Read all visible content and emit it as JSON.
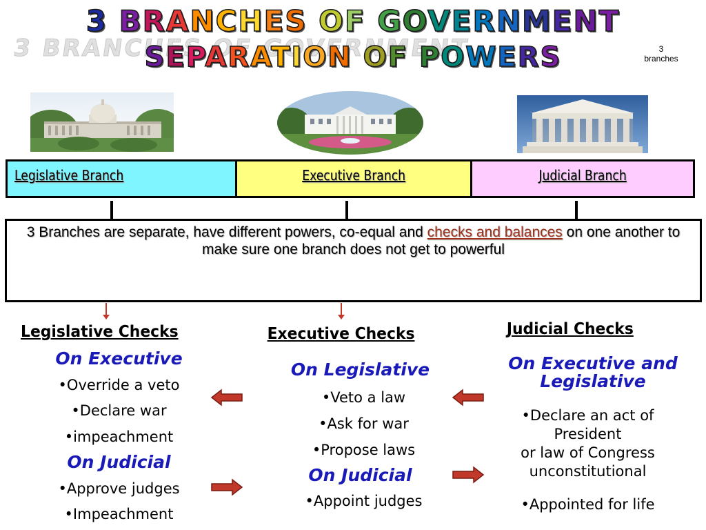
{
  "title": {
    "line1": [
      {
        "t": "3 ",
        "c": "#1b2a9c"
      },
      {
        "t": "B",
        "c": "#7a1fa2"
      },
      {
        "t": "R",
        "c": "#c2185b"
      },
      {
        "t": "A",
        "c": "#e53935"
      },
      {
        "t": "N",
        "c": "#fb8c00"
      },
      {
        "t": "C",
        "c": "#ffb300"
      },
      {
        "t": "H",
        "c": "#fdd835"
      },
      {
        "t": "E",
        "c": "#f57f17"
      },
      {
        "t": "S ",
        "c": "#ef6c00"
      },
      {
        "t": "O",
        "c": "#c0ca33"
      },
      {
        "t": "F ",
        "c": "#9ccc65"
      },
      {
        "t": "G",
        "c": "#43a047"
      },
      {
        "t": "O",
        "c": "#2e7d32"
      },
      {
        "t": "V",
        "c": "#00897b"
      },
      {
        "t": "E",
        "c": "#00838f"
      },
      {
        "t": "R",
        "c": "#0277bd"
      },
      {
        "t": "N",
        "c": "#1565c0"
      },
      {
        "t": "M",
        "c": "#283593"
      },
      {
        "t": "E",
        "c": "#4527a0"
      },
      {
        "t": "N",
        "c": "#6a1b9a"
      },
      {
        "t": "T",
        "c": "#7b1fa2"
      }
    ],
    "line2": [
      {
        "t": "S",
        "c": "#6a1b9a"
      },
      {
        "t": "E",
        "c": "#ad1457"
      },
      {
        "t": "P",
        "c": "#d81b60"
      },
      {
        "t": "A",
        "c": "#e53935"
      },
      {
        "t": "R",
        "c": "#f4511e"
      },
      {
        "t": "A",
        "c": "#fb8c00"
      },
      {
        "t": "T",
        "c": "#ffb300"
      },
      {
        "t": "I",
        "c": "#fdd835"
      },
      {
        "t": "O",
        "c": "#f9a825"
      },
      {
        "t": "N ",
        "c": "#ef6c00"
      },
      {
        "t": "O",
        "c": "#9e9d24"
      },
      {
        "t": "F ",
        "c": "#558b2f"
      },
      {
        "t": "P",
        "c": "#2e7d32"
      },
      {
        "t": "O",
        "c": "#00897b"
      },
      {
        "t": "W",
        "c": "#0277bd"
      },
      {
        "t": "E",
        "c": "#1565c0"
      },
      {
        "t": "R",
        "c": "#4527a0"
      },
      {
        "t": "S",
        "c": "#7b1fa2"
      }
    ],
    "shadow_text": "3 BRANCHES OF GOVERNMENT"
  },
  "corner_note": {
    "line1": "3",
    "line2": "branches"
  },
  "branches": {
    "legislative": {
      "label": "Legislative Branch",
      "color": "#7ff6ff"
    },
    "executive": {
      "label": "Executive Branch",
      "color": "#ffff80"
    },
    "judicial": {
      "label": "Judicial Branch",
      "color": "#ffccff"
    }
  },
  "summary": {
    "before": "3 Branches are separate, have different powers, co-equal and ",
    "link": "checks and balances",
    "after": " on one another to make sure one branch does not get to powerful"
  },
  "legislative_checks": {
    "heading": "Legislative Checks",
    "sub1": "On Executive",
    "items1": [
      "•Override a veto",
      "•Declare war",
      "•impeachment"
    ],
    "sub2": "On Judicial",
    "items2": [
      "•Approve judges",
      "•Impeachment"
    ]
  },
  "executive_checks": {
    "heading": "Executive Checks",
    "sub1": "On Legislative",
    "items1": [
      "•Veto a law",
      "•Ask for war",
      "•Propose laws"
    ],
    "sub2": "On Judicial",
    "items2": [
      "•Appoint judges"
    ]
  },
  "judicial_checks": {
    "heading": "Judicial Checks",
    "sub1_line1": "On Executive and",
    "sub1_line2": "Legislative",
    "item1_lines": [
      "•Declare an act of",
      "President",
      "or law of Congress",
      "unconstitutional"
    ],
    "item2": "•Appointed for life"
  },
  "accent_colors": {
    "sub_heading": "#1a1ab8",
    "arrow": "#c0392b",
    "link": "#a0301a"
  }
}
